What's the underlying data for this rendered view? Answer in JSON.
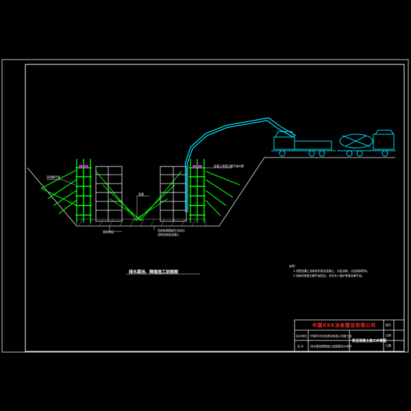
{
  "drawing": {
    "section_title": "排水渠池、隔墙施工剖面图",
    "labels": {
      "left_scaffold": "双排脚手架",
      "center_pipe": "泵管",
      "bottom_left": "基础垫层",
      "bottom_center_1": "池底板钢筋绑扎完成后",
      "bottom_center_2": "浇筑池底板混凝土",
      "right_pump": "混凝土泵管沿脚手架布置"
    },
    "notes": {
      "heading": "说明：",
      "line1": "1.池壁混凝土浇筑采用泵送混凝土，分层浇筑，分层振捣密实。",
      "line2": "2.浇筑时泵管沿脚手架搭设，并设专人看护泵管及脚手架。"
    }
  },
  "title_block": {
    "company": "中国XXX冶金建设有限公司",
    "right_col_1": "图号",
    "right_col_2": "比例",
    "right_col_3": "日期",
    "row1_left": "设计单位",
    "row1_mid": "中国XXX冶金建设有限公司施工组",
    "row2_left": "设 计",
    "row2_mid": "排水渠池隔墙施工剖面图设计说明",
    "drawing_name": "泵送混凝土施工示意图"
  },
  "colors": {
    "scaffold": "#00ff00",
    "concrete_pump": "#00e5ff",
    "walls": "#ffffff",
    "highlight": "#ff00ff",
    "company_text": "#ff2a2a"
  }
}
